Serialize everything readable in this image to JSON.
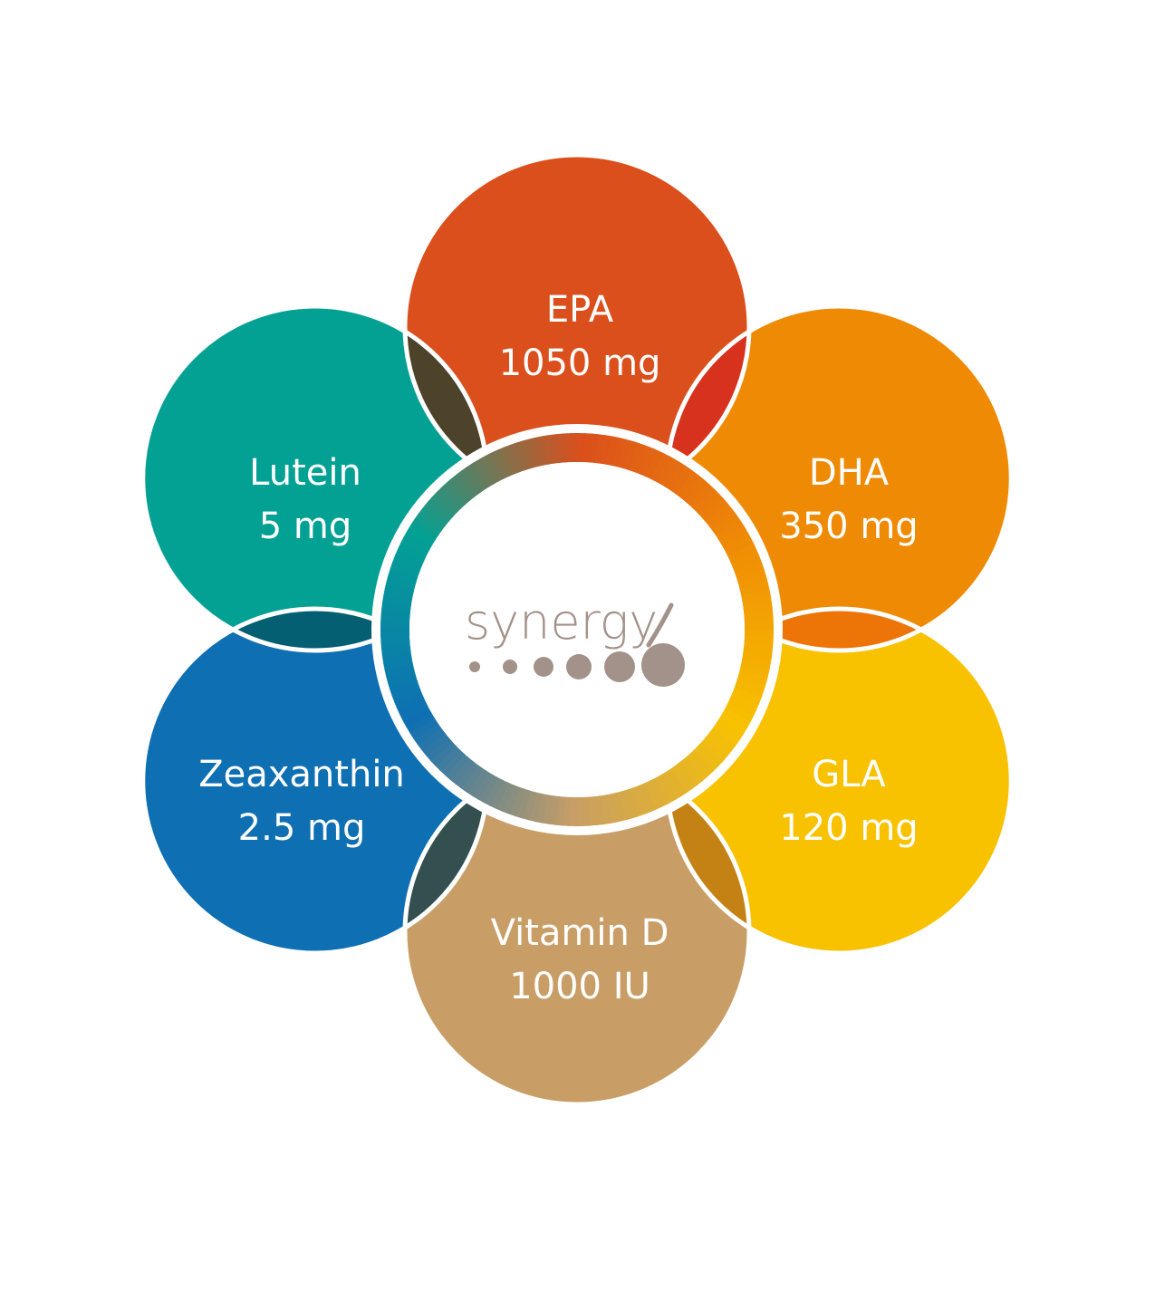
{
  "brand": {
    "wordmark": "synergy",
    "color": "#a39289"
  },
  "petals": [
    {
      "id": "epa",
      "name": "EPA",
      "amount": "1050 mg",
      "color": "#db4f1c"
    },
    {
      "id": "dha",
      "name": "DHA",
      "amount": "350 mg",
      "color": "#ef8a05"
    },
    {
      "id": "gla",
      "name": "GLA",
      "amount": "120 mg",
      "color": "#f8c200"
    },
    {
      "id": "vitamin-d",
      "name": "Vitamin D",
      "amount": "1000 IU",
      "color": "#c89e66"
    },
    {
      "id": "zeaxanthin",
      "name": "Zeaxanthin",
      "amount": "2.5 mg",
      "color": "#0e6fb3"
    },
    {
      "id": "lutein",
      "name": "Lutein",
      "amount": "5 mg",
      "color": "#03a194"
    }
  ],
  "overlaps": [
    {
      "between": [
        "epa",
        "dha"
      ],
      "color": "#d7321d"
    },
    {
      "between": [
        "dha",
        "gla"
      ],
      "color": "#ed7406"
    },
    {
      "between": [
        "gla",
        "vitamin-d"
      ],
      "color": "#c58214"
    },
    {
      "between": [
        "vitamin-d",
        "zeaxanthin"
      ],
      "color": "#334f50"
    },
    {
      "between": [
        "zeaxanthin",
        "lutein"
      ],
      "color": "#045f73"
    },
    {
      "between": [
        "lutein",
        "epa"
      ],
      "color": "#4d432b"
    }
  ]
}
